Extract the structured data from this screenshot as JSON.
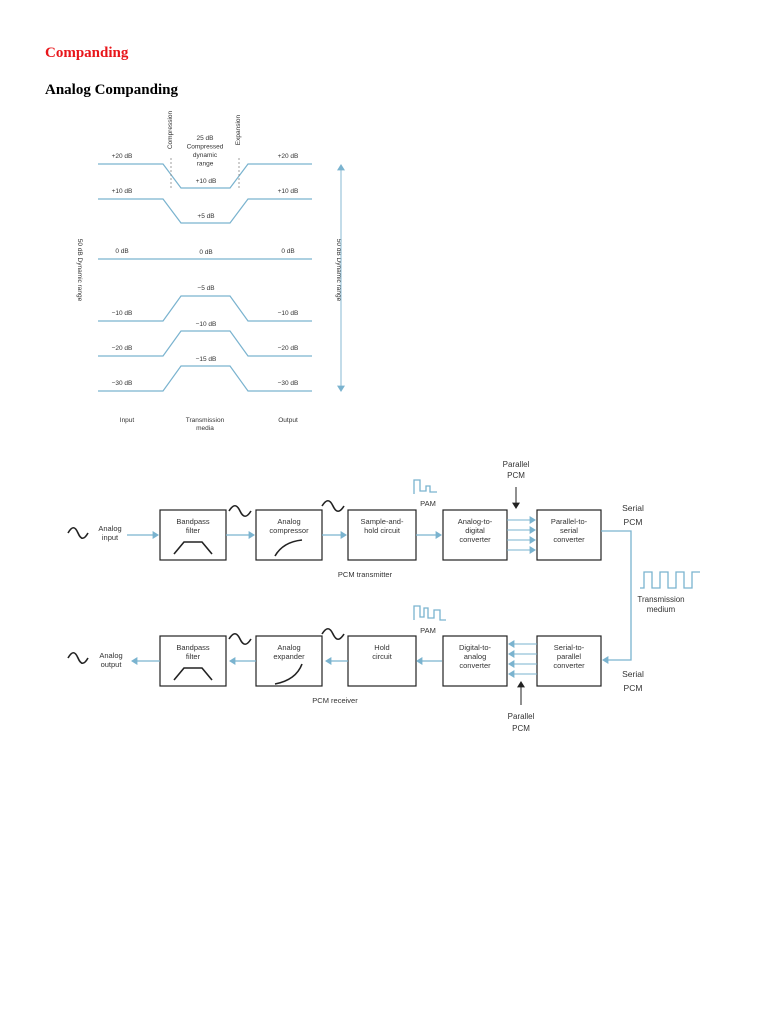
{
  "page": {
    "title": "Companding",
    "subtitle": "Analog Companding"
  },
  "colors": {
    "title": "#e8161b",
    "trace": "#7ab3cf",
    "block_border": "#222222",
    "text": "#333333"
  },
  "companding_figure": {
    "labels": {
      "compression": "Compression",
      "expansion": "Expansion",
      "compressed_range": [
        "25 dB",
        "Compressed",
        "dynamic",
        "range"
      ],
      "dynamic_range": "50 dB Dynamic range",
      "input": "Input",
      "transmission_media": [
        "Transmission",
        "media"
      ],
      "output": "Output"
    },
    "levels": [
      {
        "input": "+20 dB",
        "media": "+10 dB",
        "output": "+20 dB"
      },
      {
        "input": "+10 dB",
        "media": "+5 dB",
        "output": "+10 dB"
      },
      {
        "input": "0 dB",
        "media": "0 dB",
        "output": "0 dB"
      },
      {
        "input": "−10 dB",
        "media": "−5 dB",
        "output": "−10 dB"
      },
      {
        "input": "−20 dB",
        "media": "−10 dB",
        "output": "−20 dB"
      },
      {
        "input": "−30 dB",
        "media": "−15 dB",
        "output": "−30 dB"
      }
    ]
  },
  "pcm_diagram": {
    "transmitter": {
      "input_label": [
        "Analog",
        "input"
      ],
      "blocks": [
        {
          "label": [
            "Bandpass",
            "filter"
          ]
        },
        {
          "label": [
            "Analog",
            "compressor"
          ]
        },
        {
          "label": [
            "Sample-and-",
            "hold circuit"
          ]
        },
        {
          "label": [
            "Analog-to-",
            "digital",
            "converter"
          ]
        },
        {
          "label": [
            "Parallel-to-",
            "serial",
            "converter"
          ]
        }
      ],
      "caption": "PCM transmitter",
      "pam": "PAM",
      "parallel_pcm": [
        "Parallel",
        "PCM"
      ],
      "serial_pcm": [
        "Serial",
        "PCM"
      ]
    },
    "medium": [
      "Transmission",
      "medium"
    ],
    "receiver": {
      "output_label": [
        "Analog",
        "output"
      ],
      "blocks": [
        {
          "label": [
            "Bandpass",
            "filter"
          ]
        },
        {
          "label": [
            "Analog",
            "expander"
          ]
        },
        {
          "label": [
            "Hold",
            "circuit"
          ]
        },
        {
          "label": [
            "Digital-to-",
            "analog",
            "converter"
          ]
        },
        {
          "label": [
            "Serial-to-",
            "parallel",
            "converter"
          ]
        }
      ],
      "caption": "PCM receiver",
      "pam": "PAM",
      "parallel_pcm": [
        "Parallel",
        "PCM"
      ],
      "serial_pcm": [
        "Serial",
        "PCM"
      ]
    }
  }
}
